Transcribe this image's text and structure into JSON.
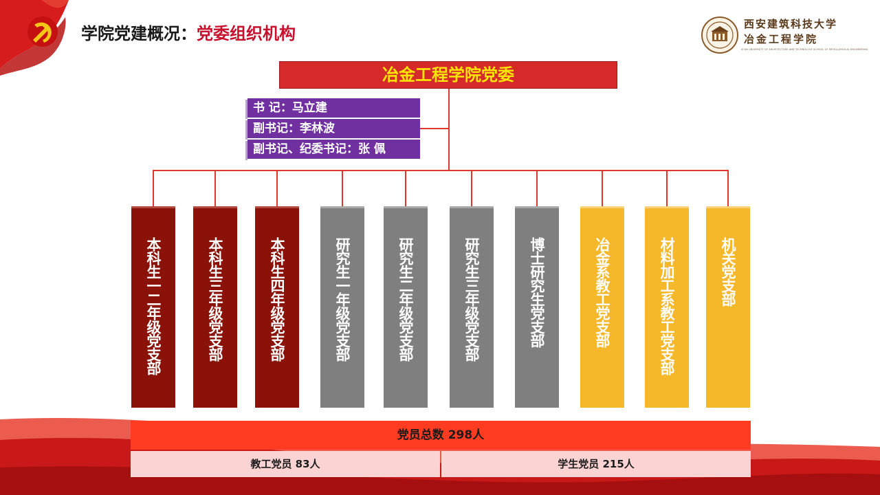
{
  "header": {
    "title_prefix": "学院党建概况：",
    "title_highlight": "党委组织机构"
  },
  "logo": {
    "name_line1": "西安建筑科技大学",
    "name_line2": "冶金工程学院",
    "english": "XI'AN UNIVERSITY OF ARCHITECTURE AND TECHNOLOGY SCHOOL OF METALLURGICAL ENGINEERING"
  },
  "committee": {
    "name": "冶金工程学院党委"
  },
  "officers": [
    {
      "text": "书   记：马立建"
    },
    {
      "text": "副书记：李林波"
    },
    {
      "text": "副书记、纪委书记：张  佩"
    }
  ],
  "branches": [
    {
      "name": "本科生一二年级党支部",
      "group": "undergraduate"
    },
    {
      "name": "本科生三年级党支部",
      "group": "undergraduate"
    },
    {
      "name": "本科生四年级党支部",
      "group": "undergraduate"
    },
    {
      "name": "研究生一年级党支部",
      "group": "graduate"
    },
    {
      "name": "研究生二年级党支部",
      "group": "graduate"
    },
    {
      "name": "研究生三年级党支部",
      "group": "graduate"
    },
    {
      "name": "博士研究生党支部",
      "group": "graduate"
    },
    {
      "name": "冶金系教工党支部",
      "group": "faculty"
    },
    {
      "name": "材料加工系教工党支部",
      "group": "faculty"
    },
    {
      "name": "机关党支部",
      "group": "faculty"
    }
  ],
  "totals": {
    "total": "党员总数    298人",
    "teachers": "教工党员   83人",
    "students": "学生党员    215人"
  },
  "colors": {
    "undergraduate": "#8b1208",
    "graduate": "#7f7f7f",
    "faculty": "#f5b82a",
    "committee": "#d42a2a",
    "officer": "#7030a0",
    "connector": "#e0362b"
  }
}
